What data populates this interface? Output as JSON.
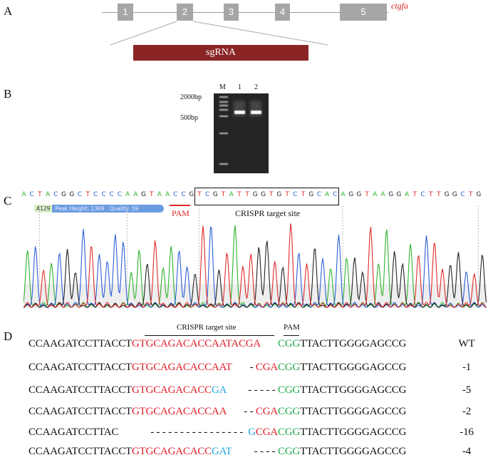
{
  "panel_a": {
    "label": "A",
    "gene": "ctgfa",
    "exons": [
      "1",
      "2",
      "3",
      "4",
      "5"
    ],
    "sgrna": "sgRNA",
    "colors": {
      "exon": "#a6a6a6",
      "sgrna": "#8b2525",
      "gene": "#d42020"
    }
  },
  "panel_b": {
    "label": "B",
    "lanes": [
      "M",
      "1",
      "2"
    ],
    "markers": [
      "2000bp",
      "500bp"
    ]
  },
  "panel_c": {
    "label": "C",
    "sequence": "ACTACGGCTCCCCAAGTAACCGTCGTATTGGTGTCTGCACAGGTAAGGATCTTGGCTG",
    "badge_id": "A129",
    "badge_info": "Peak Height: 1369   Quality: 59",
    "pam": "PAM",
    "target": "CRISPR target site",
    "base_colors": {
      "A": "#2db52d",
      "C": "#2b5fd9",
      "G": "#222222",
      "T": "#e02a2a"
    }
  },
  "panel_d": {
    "label": "D",
    "target_header": "CRISPR target site",
    "pam_header": "PAM",
    "colors": {
      "black": "#111111",
      "red": "#e0202a",
      "green": "#20a84a",
      "blue": "#22a7e0"
    },
    "rows": [
      {
        "left": [
          {
            "t": "CCAAGATCCTTACCT",
            "c": "black"
          },
          {
            "t": "GTGCAGACACCAATACGA",
            "c": "red"
          }
        ],
        "mid": [],
        "right": [
          {
            "t": "CGG",
            "c": "green"
          },
          {
            "t": "TTACTTGGGGAGCCG",
            "c": "black"
          }
        ],
        "tag": "WT"
      },
      {
        "left": [
          {
            "t": "CCAAGATCCTTACCT",
            "c": "black"
          },
          {
            "t": "GTGCAGACACCAAT",
            "c": "red"
          }
        ],
        "mid": [
          {
            "t": " - ",
            "c": "black"
          },
          {
            "t": "CGA",
            "c": "red"
          }
        ],
        "right": [
          {
            "t": "CGG",
            "c": "green"
          },
          {
            "t": "TTACTTGGGGAGCCG",
            "c": "black"
          }
        ],
        "tag": "-1"
      },
      {
        "left": [
          {
            "t": "CCAAGATCCTTACCT",
            "c": "black"
          },
          {
            "t": "GTGCAGACACC",
            "c": "red"
          },
          {
            "t": "GA",
            "c": "blue"
          }
        ],
        "mid": [
          {
            "t": "- - - - - ",
            "c": "black"
          }
        ],
        "right": [
          {
            "t": "CGG",
            "c": "green"
          },
          {
            "t": "TTACTTGGGGAGCCG",
            "c": "black"
          }
        ],
        "tag": "-5"
      },
      {
        "left": [
          {
            "t": "CCAAGATCCTTACCT",
            "c": "black"
          },
          {
            "t": "GTGCAGACACCAA",
            "c": "red"
          }
        ],
        "mid": [
          {
            "t": " - - ",
            "c": "black"
          },
          {
            "t": "CGA",
            "c": "red"
          }
        ],
        "right": [
          {
            "t": "CGG",
            "c": "green"
          },
          {
            "t": "TTACTTGGGGAGCCG",
            "c": "black"
          }
        ],
        "tag": "-2"
      },
      {
        "left": [
          {
            "t": "CCAAGATCCTTAC",
            "c": "black"
          }
        ],
        "mid": [
          {
            "t": "- - - - - - - - - - - - - - - -  ",
            "c": "black"
          },
          {
            "t": "G",
            "c": "blue"
          },
          {
            "t": "CGA",
            "c": "red"
          }
        ],
        "right": [
          {
            "t": "CGG",
            "c": "green"
          },
          {
            "t": "TTACTTGGGGAGCCG",
            "c": "black"
          }
        ],
        "tag": "-16"
      },
      {
        "left": [
          {
            "t": "CCAAGATCCTTACCT",
            "c": "black"
          },
          {
            "t": "GTGCAGACACC",
            "c": "red"
          },
          {
            "t": "GAT",
            "c": "blue"
          }
        ],
        "mid": [
          {
            "t": "- - - - ",
            "c": "black"
          }
        ],
        "right": [
          {
            "t": "CGG",
            "c": "green"
          },
          {
            "t": "TTACTTGGGGAGCCG",
            "c": "black"
          }
        ],
        "tag": "-4"
      }
    ]
  }
}
